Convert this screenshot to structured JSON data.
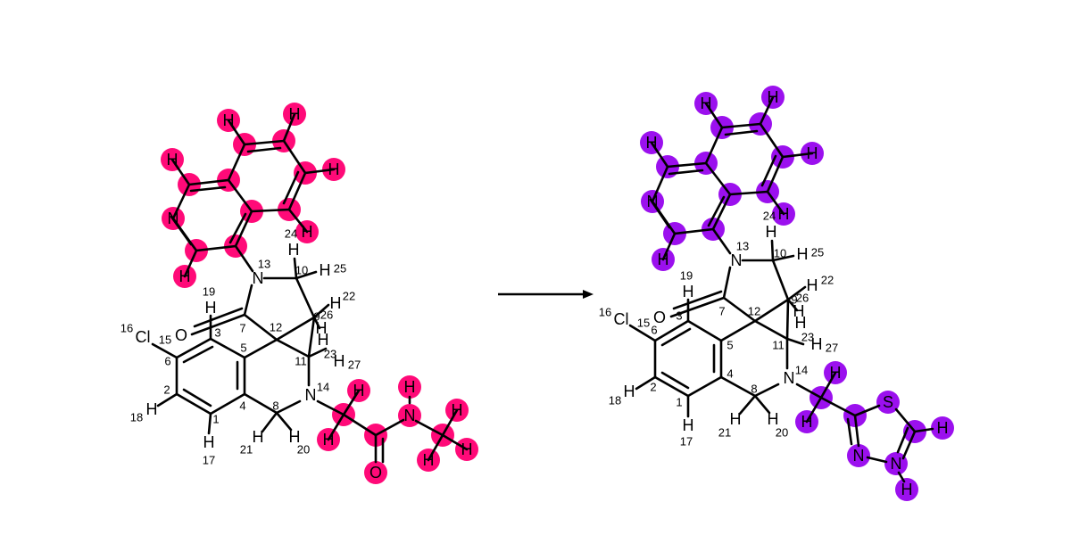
{
  "reactant": {
    "highlight_color": "#ff0a78",
    "atoms": {
      "cl": "Cl",
      "o3": "O",
      "o_amide": "O",
      "n13": "N",
      "n14": "N",
      "n_amide": "N",
      "n_isoq": "N",
      "h19": "H",
      "h17": "H",
      "h18": "H",
      "h21": "H",
      "h20": "H",
      "h22": "H",
      "h23": "H",
      "h24": "H",
      "h25": "H",
      "h26": "H",
      "h27": "H",
      "h10": "H",
      "h_ch2a": "H",
      "h_ch2b": "H",
      "h_nh": "H",
      "h_me1": "H",
      "h_me2": "H",
      "h_me3": "H",
      "h_q1": "H",
      "h_q2": "H",
      "h_q3": "H",
      "h_q4": "H",
      "h_q5": "H"
    },
    "numbers": [
      "1",
      "2",
      "3",
      "4",
      "5",
      "6",
      "7",
      "8",
      "9",
      "11",
      "12",
      "13",
      "14",
      "15",
      "16",
      "17",
      "18",
      "19",
      "20",
      "21",
      "22",
      "23",
      "24",
      "25",
      "26",
      "27",
      "10"
    ]
  },
  "product": {
    "highlight_color": "#9b10ee",
    "atoms": {
      "cl": "Cl",
      "o3": "O",
      "n13": "N",
      "n14": "N",
      "n_isoq": "N",
      "s_ring": "S",
      "n_ring1": "N",
      "n_ring2": "N",
      "h19": "H",
      "h17": "H",
      "h18": "H",
      "h21": "H",
      "h20": "H",
      "h22": "H",
      "h23": "H",
      "h24": "H",
      "h25": "H",
      "h26": "H",
      "h27": "H",
      "h10": "H",
      "h_ch2a": "H",
      "h_ch2b": "H",
      "h_nh": "H",
      "h_th": "H",
      "h_q1": "H",
      "h_q2": "H",
      "h_q3": "H",
      "h_q4": "H",
      "h_q5": "H"
    },
    "numbers": [
      "1",
      "2",
      "3",
      "4",
      "5",
      "6",
      "7",
      "8",
      "9",
      "11",
      "12",
      "13",
      "14",
      "15",
      "16",
      "17",
      "18",
      "19",
      "20",
      "21",
      "22",
      "23",
      "24",
      "25",
      "26",
      "27",
      "10"
    ]
  }
}
